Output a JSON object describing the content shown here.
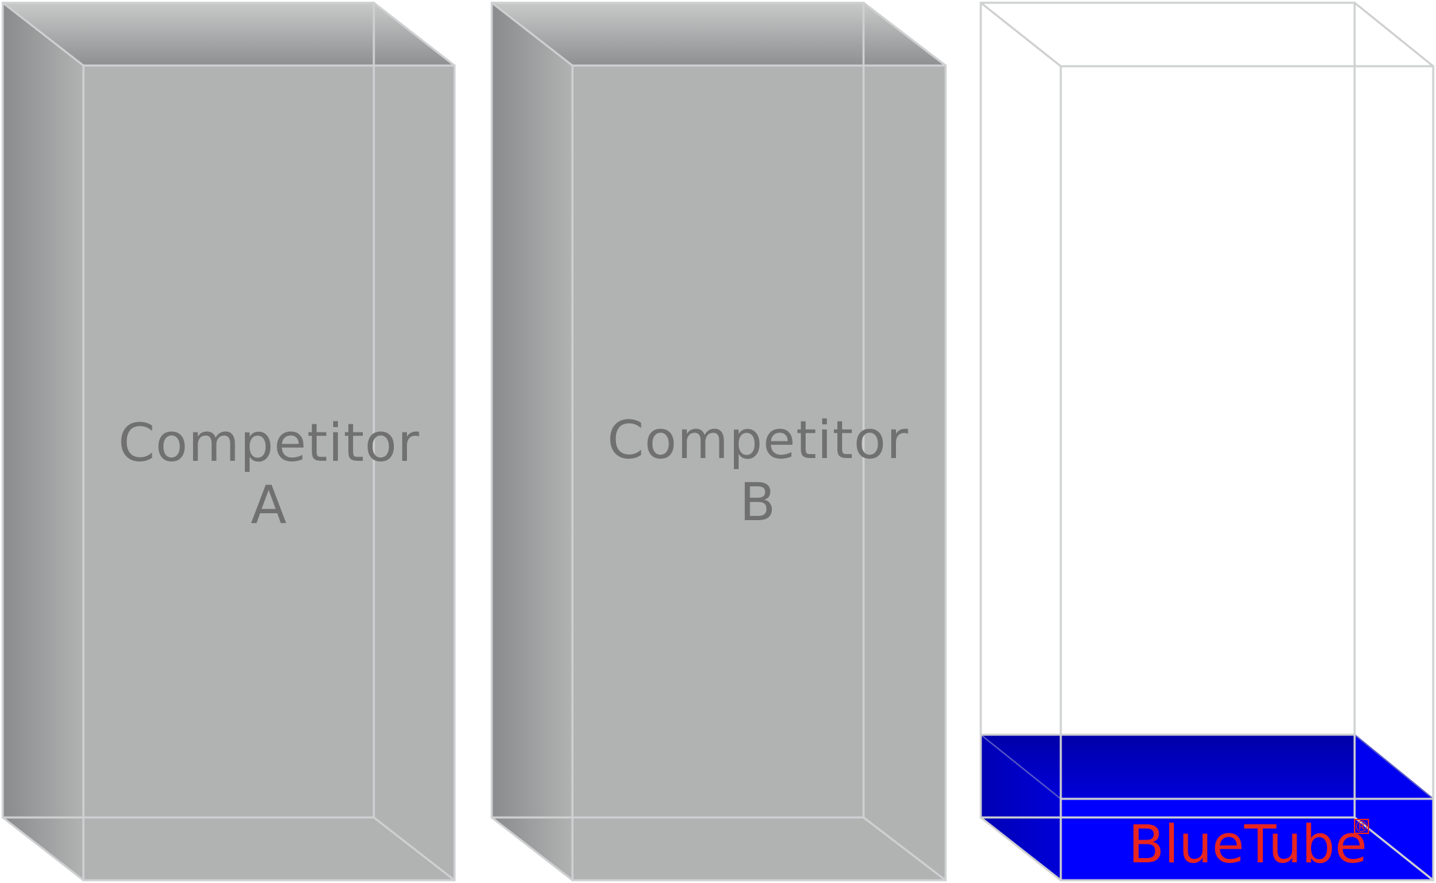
{
  "boxes": [
    {
      "id": "competitor-a",
      "label_line1": "Competitor",
      "label_line2": "A",
      "fill_level": 1.0,
      "fill_color": "#b1b2b2",
      "label_color": "#707070"
    },
    {
      "id": "competitor-b",
      "label_line1": "Competitor",
      "label_line2": "B",
      "fill_level": 1.0,
      "fill_color": "#b1b2b2",
      "label_color": "#707070"
    },
    {
      "id": "bluetube",
      "label": "BlueTube",
      "registered_mark": "®",
      "fill_level": 0.09,
      "fill_color": "#0000ff",
      "label_color": "#e8251f"
    }
  ],
  "colors": {
    "outline": "#cfd0d1",
    "grey_face": "#b1b2b2",
    "grey_shade": "#8c8d8e",
    "blue_face": "#0000ff",
    "blue_shade": "#0000b4",
    "background": "#ffffff"
  }
}
